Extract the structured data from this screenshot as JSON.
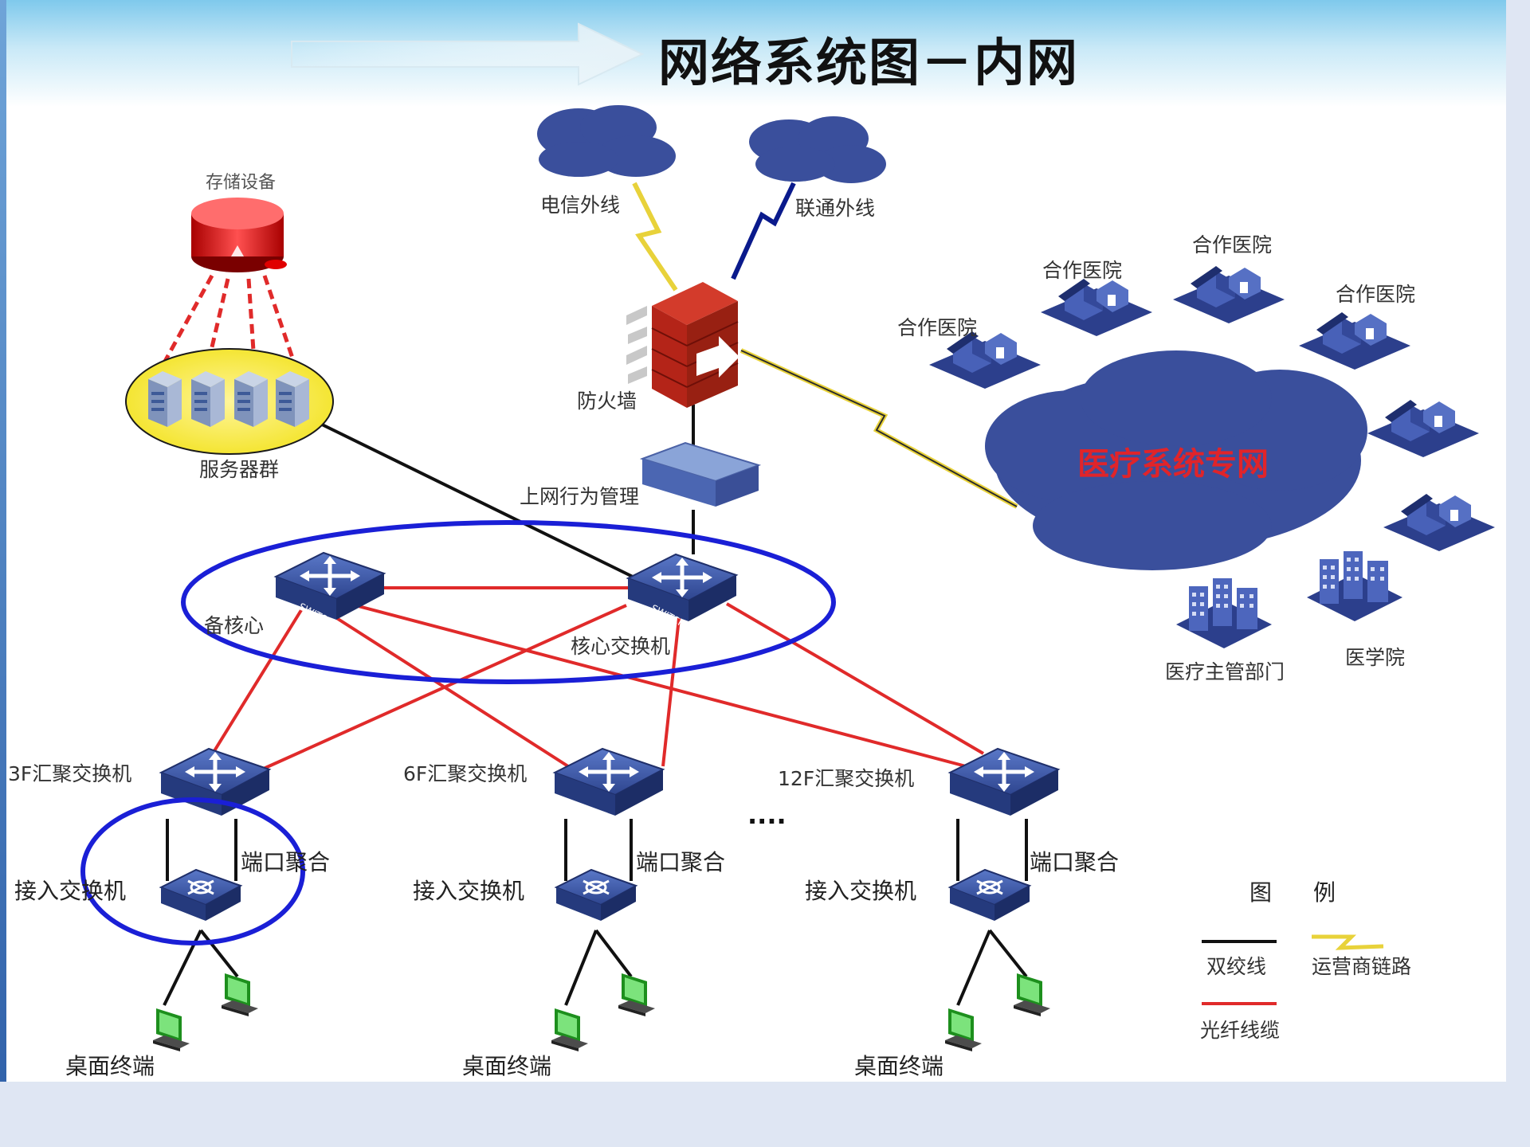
{
  "title": "网络系统图－内网",
  "labels": {
    "storage": "存储设备",
    "server_farm": "服务器群",
    "telecom": "电信外线",
    "unicom": "联通外线",
    "firewall": "防火墙",
    "behavior_mgmt": "上网行为管理",
    "backup_core": "备核心",
    "core_switch": "核心交换机",
    "medical_net": "医疗系统专网",
    "partner_1": "合作医院",
    "partner_2": "合作医院",
    "partner_3": "合作医院",
    "partner_4": "合作医院",
    "health_dept": "医疗主管部门",
    "med_school": "医学院",
    "agg_3f": "3F汇聚交换机",
    "agg_6f": "6F汇聚交换机",
    "agg_12f": "12F汇聚交换机",
    "port_agg_1": "端口聚合",
    "port_agg_2": "端口聚合",
    "port_agg_3": "端口聚合",
    "access_1": "接入交换机",
    "access_2": "接入交换机",
    "access_3": "接入交换机",
    "desktop_1": "桌面终端",
    "desktop_2": "桌面终端",
    "desktop_3": "桌面终端",
    "ellipsis": "....",
    "switch_tag": "SWITCH"
  },
  "legend": {
    "title_a": "图",
    "title_b": "例",
    "twisted_pair": "双绞线",
    "carrier_link": "运营商链路",
    "fiber": "光纤线缆"
  },
  "colors": {
    "fiber": "#e02a2a",
    "twisted_pair": "#111111",
    "carrier_link": "#e8d23a",
    "device_blue": "#2f4aa0",
    "highlight_ring": "#1a1fd6",
    "cloud": "#3a4f9c",
    "medical_text": "#e0242a"
  }
}
